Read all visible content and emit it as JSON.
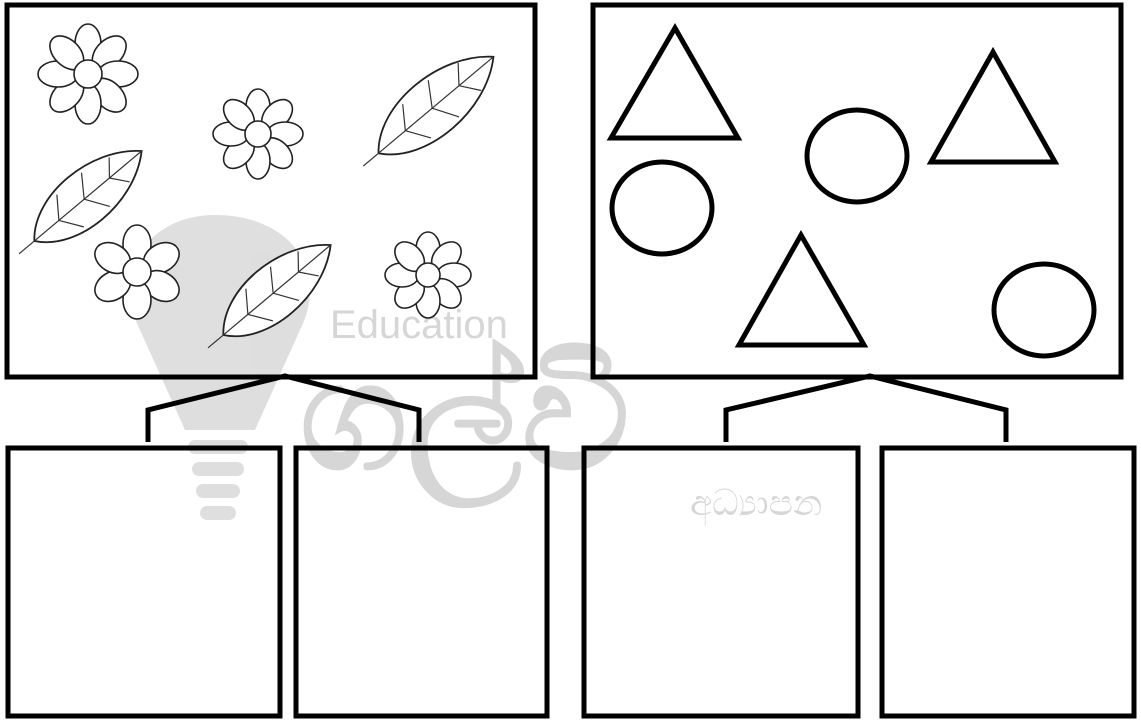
{
  "watermark": {
    "english_text": "Education",
    "sinhala_text": "අධ්‍යාපන",
    "logo_glyphs": "ගල්වි"
  },
  "panels": [
    {
      "name": "nature-panel",
      "items": [
        "flower",
        "flower",
        "flower",
        "flower",
        "leaf",
        "leaf",
        "leaf"
      ]
    },
    {
      "name": "shapes-panel",
      "items": [
        "triangle",
        "triangle",
        "triangle",
        "circle",
        "circle",
        "circle"
      ]
    }
  ],
  "answer_boxes": 4,
  "colors": {
    "ink": "#000000",
    "watermark": "#cfcfcf",
    "background": "#ffffff"
  }
}
